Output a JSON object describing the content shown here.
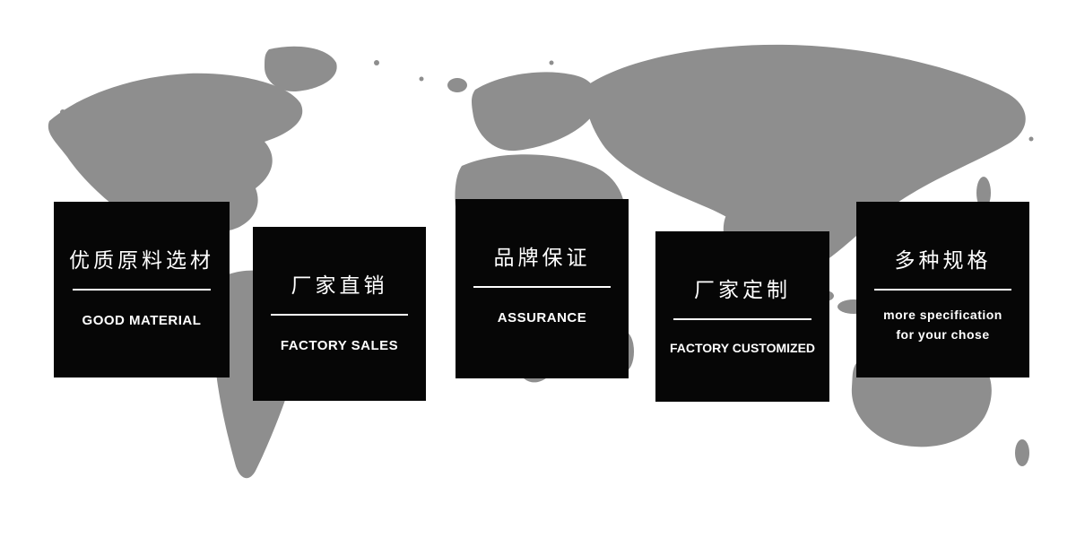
{
  "banner": {
    "description": "promotional feature banner over gray world map silhouette",
    "colors": {
      "card_background": "#060606",
      "card_text": "#ffffff",
      "map_gray": "#8e8e8e",
      "page_background": "#ffffff"
    }
  },
  "cards": [
    {
      "zh": "优质原料选材",
      "en": "GOOD MATERIAL"
    },
    {
      "zh": "厂家直销",
      "en": "FACTORY SALES"
    },
    {
      "zh": "品牌保证",
      "en": "ASSURANCE"
    },
    {
      "zh": "厂家定制",
      "en": "FACTORY CUSTOMIZED"
    },
    {
      "zh": "多种规格",
      "en": "more specification\nfor your chose"
    }
  ]
}
